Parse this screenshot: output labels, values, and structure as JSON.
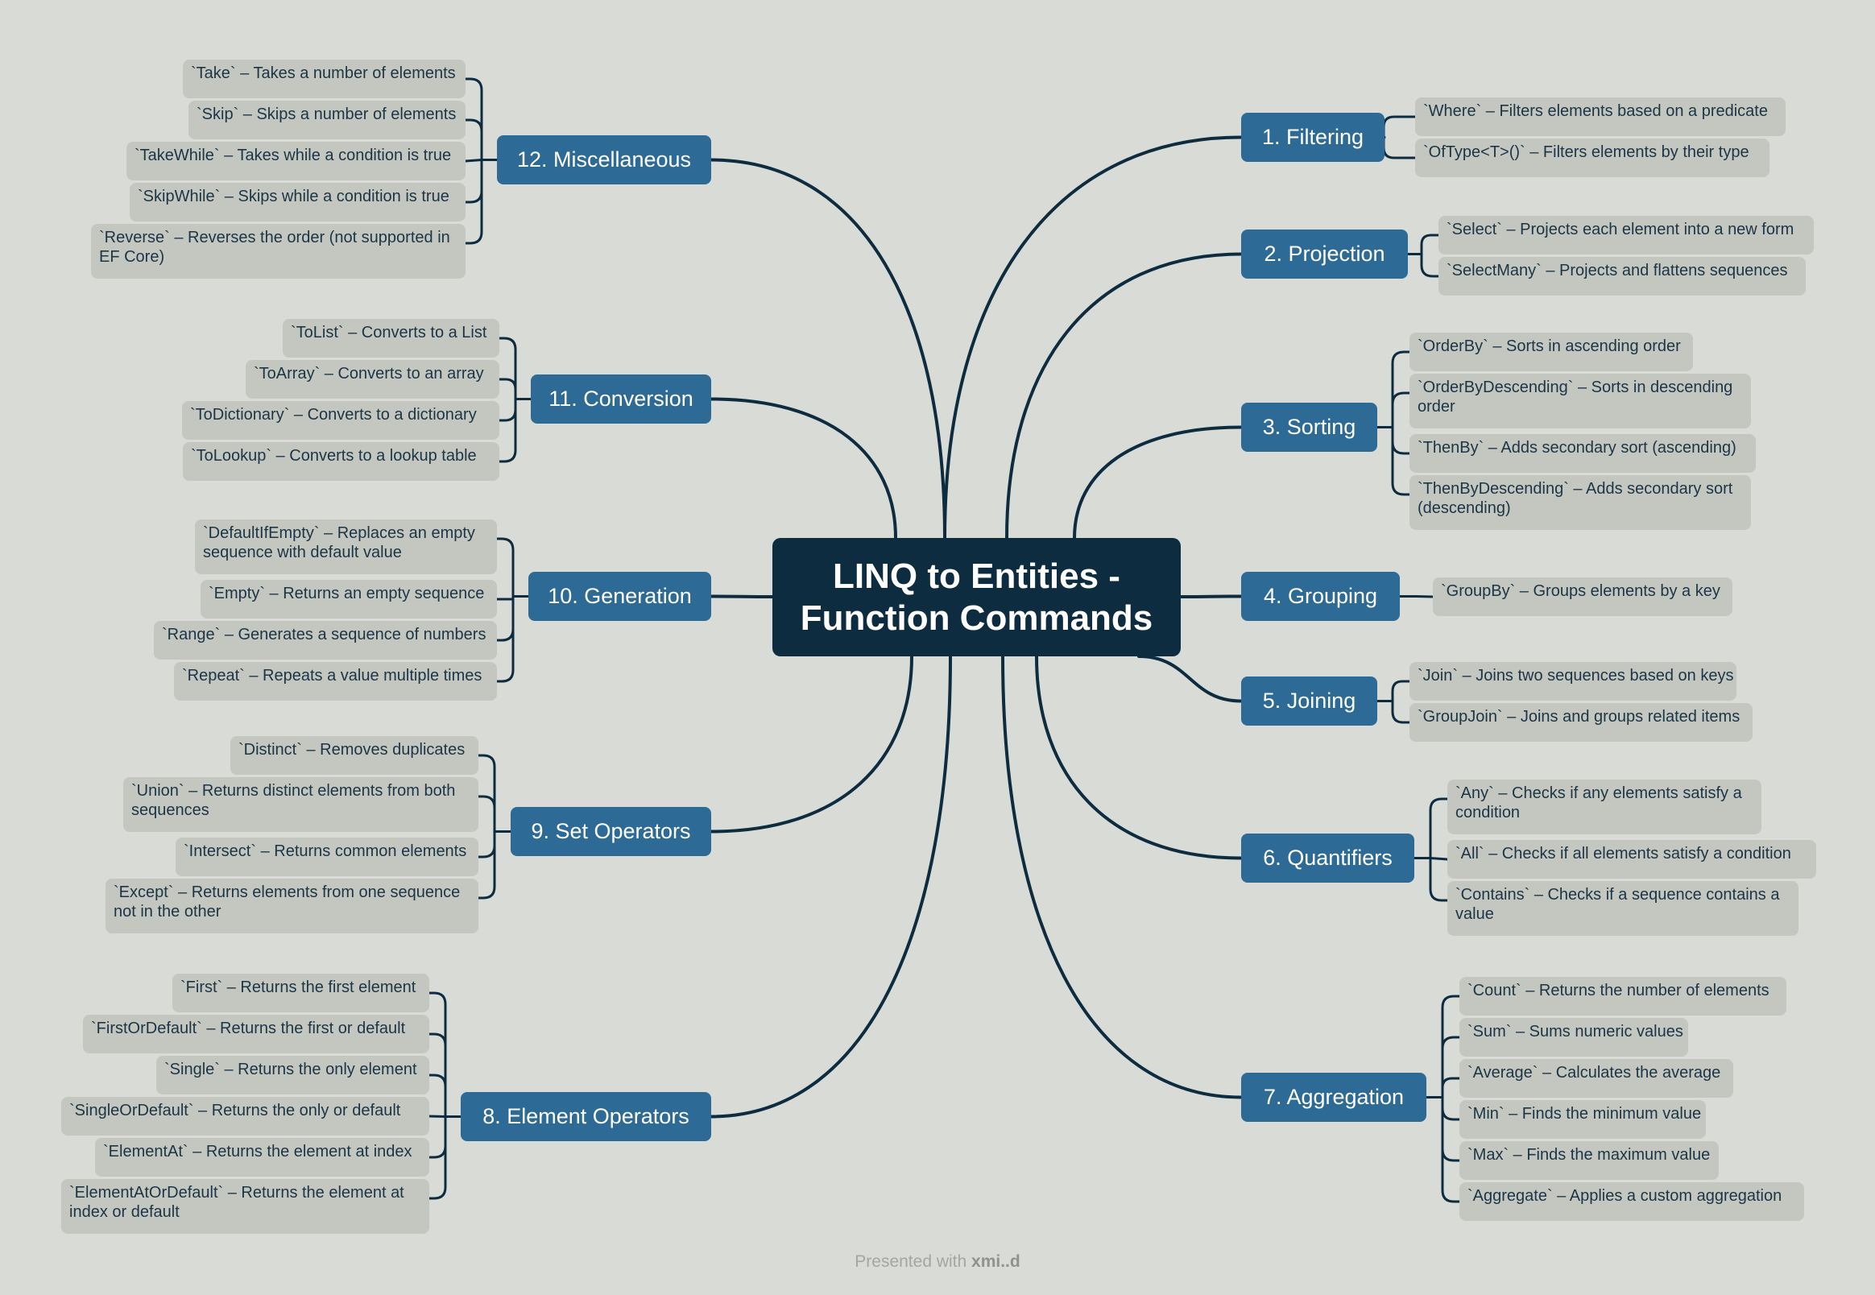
{
  "central": {
    "line1": "LINQ to Entities -",
    "line2": "Function Commands"
  },
  "branches": [
    {
      "id": "b1",
      "label": "1. Filtering",
      "leaves": [
        "`Where` – Filters elements based on a predicate",
        "`OfType<T>()` – Filters elements by their type"
      ]
    },
    {
      "id": "b2",
      "label": "2. Projection",
      "leaves": [
        "`Select` – Projects each element into a new form",
        "`SelectMany` – Projects and flattens sequences"
      ]
    },
    {
      "id": "b3",
      "label": "3. Sorting",
      "leaves": [
        "`OrderBy` – Sorts in ascending order",
        "`OrderByDescending` – Sorts in descending order",
        "`ThenBy` – Adds secondary sort (ascending)",
        "`ThenByDescending` – Adds secondary sort (descending)"
      ]
    },
    {
      "id": "b4",
      "label": "4. Grouping",
      "leaves": [
        "`GroupBy` – Groups elements by a key"
      ]
    },
    {
      "id": "b5",
      "label": "5. Joining",
      "leaves": [
        "`Join` – Joins two sequences based on keys",
        "`GroupJoin` – Joins and groups related items"
      ]
    },
    {
      "id": "b6",
      "label": "6. Quantifiers",
      "leaves": [
        "`Any` – Checks if any elements satisfy a condition",
        "`All` – Checks if all elements satisfy a condition",
        "`Contains` – Checks if a sequence contains a value"
      ]
    },
    {
      "id": "b7",
      "label": "7. Aggregation",
      "leaves": [
        "`Count` – Returns the number of elements",
        "`Sum` – Sums numeric values",
        "`Average` – Calculates the average",
        "`Min` – Finds the minimum value",
        "`Max` – Finds the maximum value",
        "`Aggregate` – Applies a custom aggregation"
      ]
    },
    {
      "id": "b8",
      "label": "8. Element Operators",
      "leaves": [
        "`First` – Returns the first element",
        "`FirstOrDefault` – Returns the first or default",
        "`Single` – Returns the only element",
        "`SingleOrDefault` – Returns the only or default",
        "`ElementAt` – Returns the element at index",
        "`ElementAtOrDefault` – Returns the element at index or default"
      ]
    },
    {
      "id": "b9",
      "label": "9. Set Operators",
      "leaves": [
        "`Distinct` – Removes duplicates",
        "`Union` – Returns distinct elements from both sequences",
        "`Intersect` – Returns common elements",
        "`Except` – Returns elements from one sequence not in the other"
      ]
    },
    {
      "id": "b10",
      "label": "10. Generation",
      "leaves": [
        "`DefaultIfEmpty` – Replaces an empty sequence with default value",
        "`Empty` – Returns an empty sequence",
        "`Range` – Generates a sequence of numbers",
        "`Repeat` – Repeats a value multiple times"
      ]
    },
    {
      "id": "b11",
      "label": "11. Conversion",
      "leaves": [
        "`ToList` – Converts to a List",
        "`ToArray` – Converts to an array",
        "`ToDictionary` – Converts to a dictionary",
        "`ToLookup` – Converts to a lookup table"
      ]
    },
    {
      "id": "b12",
      "label": "12. Miscellaneous",
      "leaves": [
        "`Take` – Takes a number of elements",
        "`Skip` – Skips a number of elements",
        "`TakeWhile` – Takes while a condition is true",
        "`SkipWhile` – Skips while a condition is true",
        "`Reverse` – Reverses the order (not supported in EF Core)"
      ]
    }
  ],
  "footer": {
    "prefix": "Presented with",
    "brand": "xmi..d"
  },
  "colors": {
    "background": "#d9dcd6",
    "central": "#0e2c40",
    "branch": "#2e6a96",
    "leaf": "#c4c7c0",
    "line": "#0e2c40"
  }
}
